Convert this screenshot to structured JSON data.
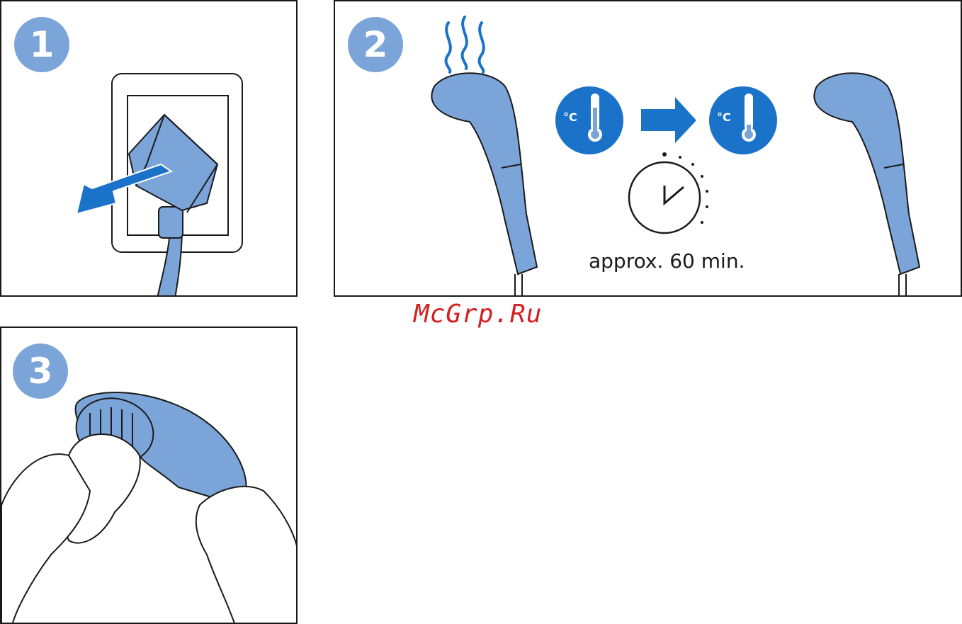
{
  "steps": [
    {
      "number": "1"
    },
    {
      "number": "2",
      "caption": "approx. 60 min."
    },
    {
      "number": "3"
    }
  ],
  "thermometer_unit": "°C",
  "watermark": "McGrp.Ru",
  "colors": {
    "device_blue": "#7ba4d9",
    "icon_blue": "#1a73c8",
    "arrow_blue": "#1a73c8",
    "outline": "#1a1a1a",
    "watermark_red": "#d42020"
  },
  "icons": [
    "plug-icon",
    "pull-arrow-icon",
    "steam-icon",
    "thermometer-hot-icon",
    "right-arrow-icon",
    "thermometer-cool-icon",
    "clock-icon",
    "hand-icon",
    "cloth-icon"
  ]
}
